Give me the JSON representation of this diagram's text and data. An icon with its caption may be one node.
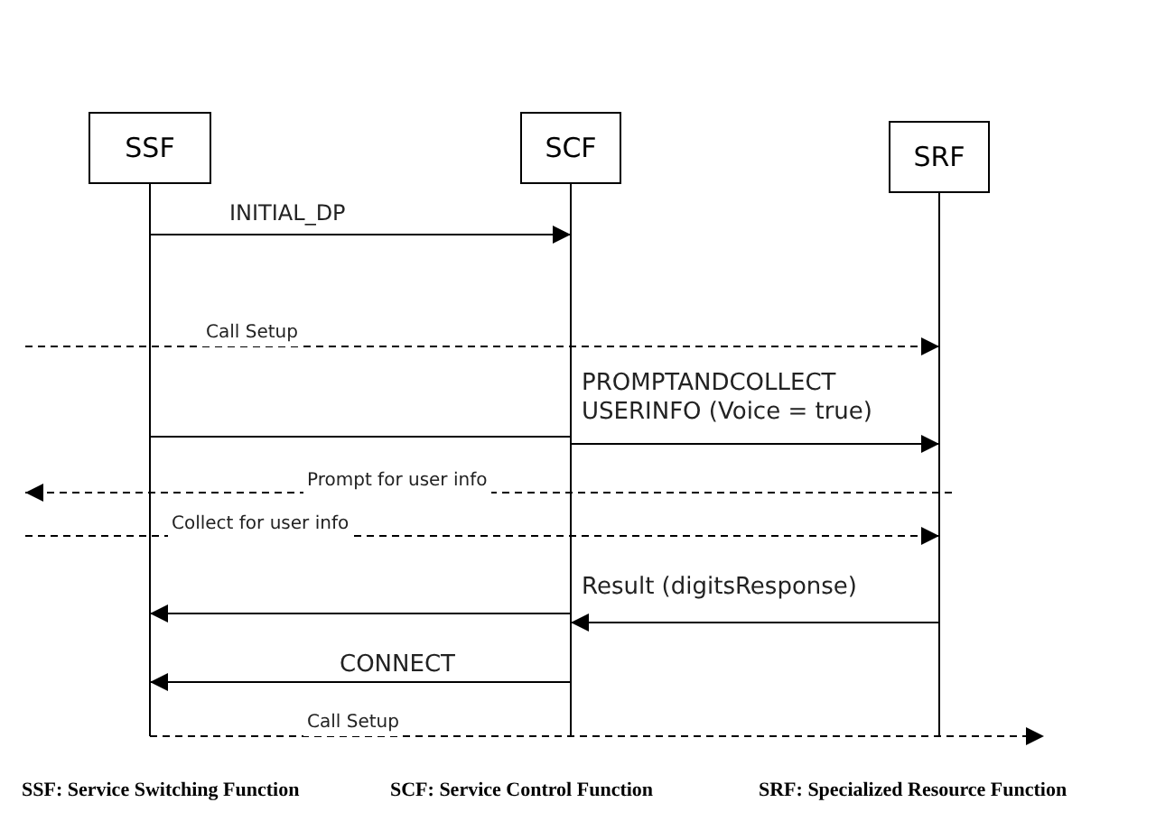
{
  "diagram": {
    "nodes": [
      {
        "text": [
          "SSF"
        ]
      },
      {
        "text": [
          "SCF"
        ]
      },
      {
        "text": [
          "SRF"
        ]
      }
    ],
    "edges": [
      {
        "from": 0,
        "to": 1,
        "arrow": "to",
        "label": "INITIAL_DP"
      },
      {
        "from": null,
        "to": 2,
        "arrow": "to",
        "label": "Call Setup",
        "style": "dashed"
      },
      {
        "from": 0,
        "to": 1,
        "arrow": "none"
      },
      {
        "from": 1,
        "to": 2,
        "arrow": "to",
        "label": "PROMPTANDCOLLECT USERINFO (Voice = true)"
      },
      {
        "from": 2,
        "to": null,
        "arrow": "to",
        "label": "Prompt for user info",
        "style": "dashed"
      },
      {
        "from": null,
        "to": 2,
        "arrow": "to",
        "label": "Collect for user info",
        "style": "dashed"
      },
      {
        "from": 2,
        "to": 1,
        "arrow": "to",
        "label": "Result (digitsResponse)"
      },
      {
        "from": 1,
        "to": 0,
        "arrow": "to"
      },
      {
        "from": 1,
        "to": 0,
        "arrow": "to",
        "label": "CONNECT"
      },
      {
        "from": 0,
        "to": null,
        "arrow": "to",
        "label": "Call Setup",
        "style": "dashed"
      }
    ],
    "labels": [
      "SSF: Service Switching Function",
      "SCF: Service Control Function",
      "SRF: Specialized Resource Function"
    ]
  }
}
